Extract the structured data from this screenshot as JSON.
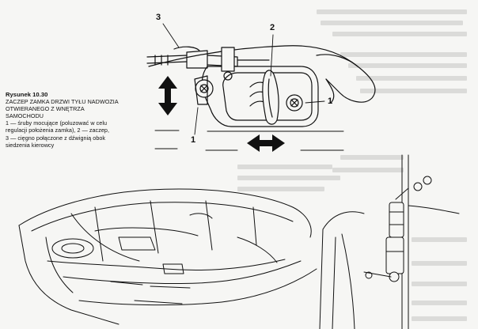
{
  "figure": {
    "title": "Rysunek 10.30",
    "heading_lines": [
      "ZACZEP ZAMKA DRZWI TYŁU NADWOZIA",
      "OTWIERANEGO Z WNĘTRZA",
      "SAMOCHODU"
    ],
    "legend": [
      "1 — śruby mocujące (poluzować w celu",
      "regulacji położenia zamka), 2 — zaczep,",
      "3 — cięgno połączone z dźwignią obok",
      "siedzenia kierowcy"
    ]
  },
  "callouts": {
    "c3": "3",
    "c2": "2",
    "c1_right": "1",
    "c1_bottom": "1"
  },
  "arrows": {
    "vertical": "up-down-arrow-icon",
    "horizontal": "left-right-arrow-icon"
  }
}
